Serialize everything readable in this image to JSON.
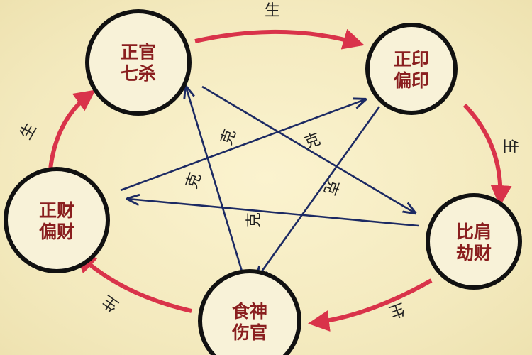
{
  "colors": {
    "generate_arrow": "#d9334a",
    "control_arrow": "#1c2a63",
    "node_ring": "#111111",
    "node_fill": "#f8f2d8",
    "node_text": "#8a1f1f"
  },
  "nodes": {
    "guan": {
      "line1": "正官",
      "line2": "七杀"
    },
    "yin": {
      "line1": "正印",
      "line2": "偏印"
    },
    "bi": {
      "line1": "比肩",
      "line2": "劫财"
    },
    "shi": {
      "line1": "食神",
      "line2": "伤官"
    },
    "cai": {
      "line1": "正财",
      "line2": "偏财"
    }
  },
  "labels": {
    "sheng_top": "生",
    "sheng_right": "生",
    "sheng_bottom_right": "生",
    "sheng_bottom_left": "生",
    "sheng_left": "生",
    "ke_1": "克",
    "ke_2": "克",
    "ke_3": "克",
    "ke_4": "克",
    "ke_5": "克"
  }
}
